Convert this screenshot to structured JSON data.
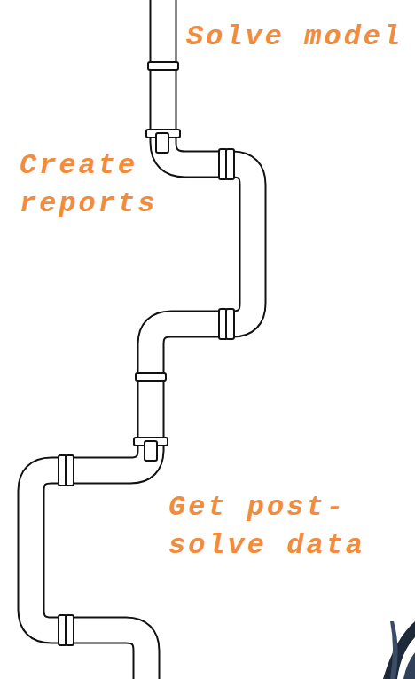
{
  "diagram": {
    "labels": [
      "Solve model",
      "Create reports",
      "Get post-solve data"
    ]
  }
}
